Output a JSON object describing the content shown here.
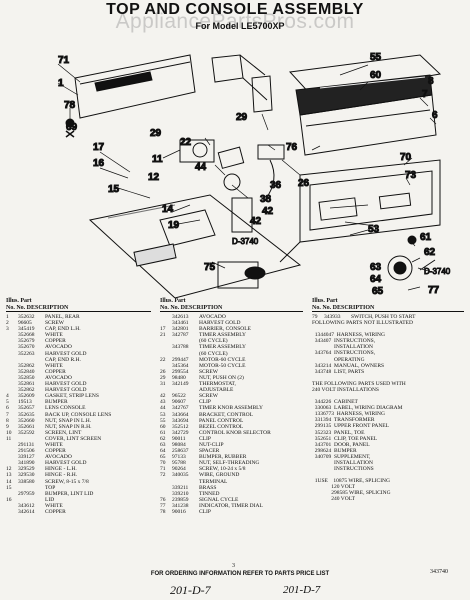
{
  "header": {
    "title": "TOP AND CONSOLE ASSEMBLY",
    "model_line": "For Model LE5700XP",
    "watermark": "AppliancePartsPros.com"
  },
  "diagram": {
    "callouts": [
      "71",
      "1",
      "78",
      "69",
      "17",
      "16",
      "22",
      "29",
      "11",
      "12",
      "15",
      "14",
      "19",
      "44",
      "42",
      "75",
      "55",
      "60",
      "8",
      "7",
      "6",
      "29",
      "76",
      "70",
      "73",
      "26",
      "36",
      "38",
      "42",
      "53",
      "61",
      "62",
      "63",
      "64",
      "65",
      "77"
    ],
    "refs": [
      "D-3740",
      "D-3740"
    ]
  },
  "parts_table": {
    "columns": [
      {
        "heading": [
          "Illus. Part",
          "No.  No.  DESCRIPTION"
        ],
        "rows": [
          [
            "1",
            "352632",
            "PANEL, REAR"
          ],
          [
            "2",
            "96605",
            "SCREW"
          ],
          [
            "3",
            "345419",
            "CAP, END L.H."
          ],
          [
            "",
            "352668",
            "WHITE"
          ],
          [
            "",
            "352679",
            "COPPER"
          ],
          [
            "",
            "352670",
            "AVOCADO"
          ],
          [
            "",
            "352263",
            "HARVEST GOLD"
          ],
          [
            "",
            "",
            "CAP, END R.H."
          ],
          [
            "",
            "352862",
            "WHITE"
          ],
          [
            "",
            "352840",
            "COPPER"
          ],
          [
            "",
            "352850",
            "AVOCADO"
          ],
          [
            "",
            "352861",
            "HARVEST GOLD"
          ],
          [
            "",
            "352862",
            "HARVEST GOLD"
          ],
          [
            "4",
            "352609",
            "GASKET, STRIP LENS"
          ],
          [
            "5",
            "19513",
            "BUMPER"
          ],
          [
            "6",
            "352657",
            "LENS CONSOLE"
          ],
          [
            "7",
            "352635",
            "BACK UP, CONSOLE LENS"
          ],
          [
            "8",
            "352660",
            "NUT, SNAP IN L.H."
          ],
          [
            "9",
            "352661",
            "NUT, SNAP IN R.H."
          ],
          [
            "10",
            "352592",
            "SCREEN, LINT"
          ],
          [
            "11",
            "",
            "COVER, LINT SCREEN"
          ],
          [
            "",
            "291131",
            "WHITE"
          ],
          [
            "",
            "291506",
            "COPPER"
          ],
          [
            "",
            "339127",
            "AVOCADO"
          ],
          [
            "",
            "341890",
            "HARVEST GOLD"
          ],
          [
            "12",
            "329529",
            "HINGE - L.H."
          ],
          [
            "13",
            "329530",
            "HINGE - R.H."
          ],
          [
            "14",
            "338580",
            "SCREW, 8-15 x 7/8"
          ],
          [
            "15",
            "",
            "TOP"
          ],
          [
            "",
            "297959",
            "BUMPER, LINT LID"
          ],
          [
            "16",
            "",
            "LID"
          ],
          [
            "",
            "343612",
            "WHITE"
          ],
          [
            "",
            "342614",
            "COPPER"
          ]
        ]
      },
      {
        "heading": [
          "Illus. Part",
          "No.  No.  DESCRIPTION"
        ],
        "rows": [
          [
            "",
            "342613",
            "AVOCADO"
          ],
          [
            "",
            "343461",
            "HARVEST GOLD"
          ],
          [
            "17",
            "342801",
            "BARRIER, CONSOLE"
          ],
          [
            "21",
            "342787",
            "TIMER ASSEMBLY"
          ],
          [
            "",
            "",
            "(60 CYCLE)"
          ],
          [
            "",
            "343788",
            "TIMER ASSEMBLY"
          ],
          [
            "",
            "",
            "(60 CYCLE)"
          ],
          [
            "22",
            "299447",
            "MOTOR-60 CYCLE"
          ],
          [
            "",
            "345364",
            "MOTOR-50 CYCLE"
          ],
          [
            "26",
            "299554",
            "SCREW"
          ],
          [
            "29",
            "98480",
            "NUT, PUSH ON (2)"
          ],
          [
            "31",
            "342149",
            "THERMOSTAT,"
          ],
          [
            "",
            "",
            "ADJUSTABLE"
          ],
          [
            "42",
            "96522",
            "SCREW"
          ],
          [
            "43",
            "90607",
            "CLIP"
          ],
          [
            "44",
            "342767",
            "TIMER KNOB ASSEMBLY"
          ],
          [
            "53",
            "343664",
            "BRACKET, CONTROL"
          ],
          [
            "55",
            "343694",
            "PANEL CONTROL"
          ],
          [
            "60",
            "352512",
            "BEZEL CONTROL"
          ],
          [
            "61",
            "342729",
            "CONTROL KNOB SELECTOR"
          ],
          [
            "62",
            "90011",
            "CLIP"
          ],
          [
            "63",
            "98084",
            "NUT-CLIP"
          ],
          [
            "64",
            "258637",
            "SPACER"
          ],
          [
            "65",
            "97133",
            "BUMPER, RUBBER"
          ],
          [
            "70",
            "95788",
            "NUT, SELF-THREADING"
          ],
          [
            "71",
            "90264",
            "SCREW, 10-24 x 5/8"
          ],
          [
            "72",
            "340035",
            "WIRE, GROUND"
          ],
          [
            "",
            "",
            "TERMINAL"
          ],
          [
            "",
            "339211",
            "BRASS"
          ],
          [
            "",
            "339210",
            "TINNED"
          ],
          [
            "76",
            "239859",
            "SIGNAL CYCLE"
          ],
          [
            "77",
            "341238",
            "INDICATOR, TIMER DIAL"
          ],
          [
            "78",
            "90016",
            "CLIP"
          ]
        ]
      },
      {
        "heading": [
          "Illus. Part",
          "No.  No.  DESCRIPTION"
        ],
        "rows": [
          [
            "79",
            "343933",
            "SWITCH, PUSH TO START"
          ]
        ],
        "notes": [
          "FOLLOWING PARTS NOT ILLUSTRATED",
          "",
          "  1344047  HARNESS, WIRING",
          "  343407  INSTRUCTIONS,",
          "                INSTALLATION",
          "  343764  INSTRUCTIONS,",
          "                OPERATING",
          "  343214  MANUAL, OWNERS",
          "  343748  LIST, PARTS",
          "",
          "THE FOLLOWING PARTS USED WITH",
          "240 VOLT INSTALLATIONS",
          "",
          "  344226  CABINET",
          "  330063  LABEL, WIRING DIAGRAM",
          "  1336773  HARNESS, WIRING",
          "  331394  TRANSFORMER",
          "  299135  UPPER FRONT PANEL",
          "  352323  PANEL, TOE",
          "  352651  CLIP, TOE PANEL",
          "  343701  DOOR, PANEL",
          "  298624  BUMPER",
          "  340709  SUPPLEMENT,",
          "                INSTALLATION",
          "                INSTRUCTIONS",
          "",
          "  1USE    10875 WIRE, SPLICING",
          "              120 VOLT",
          "              298585 WIRE, SPLICING",
          "              240 VOLT"
        ]
      }
    ]
  },
  "footer": {
    "order_note": "FOR ORDERING INFORMATION REFER TO PARTS PRICE LIST",
    "page_number": "3",
    "code": "343740",
    "handwriting": [
      "201-D-7",
      "201-D-7"
    ]
  }
}
